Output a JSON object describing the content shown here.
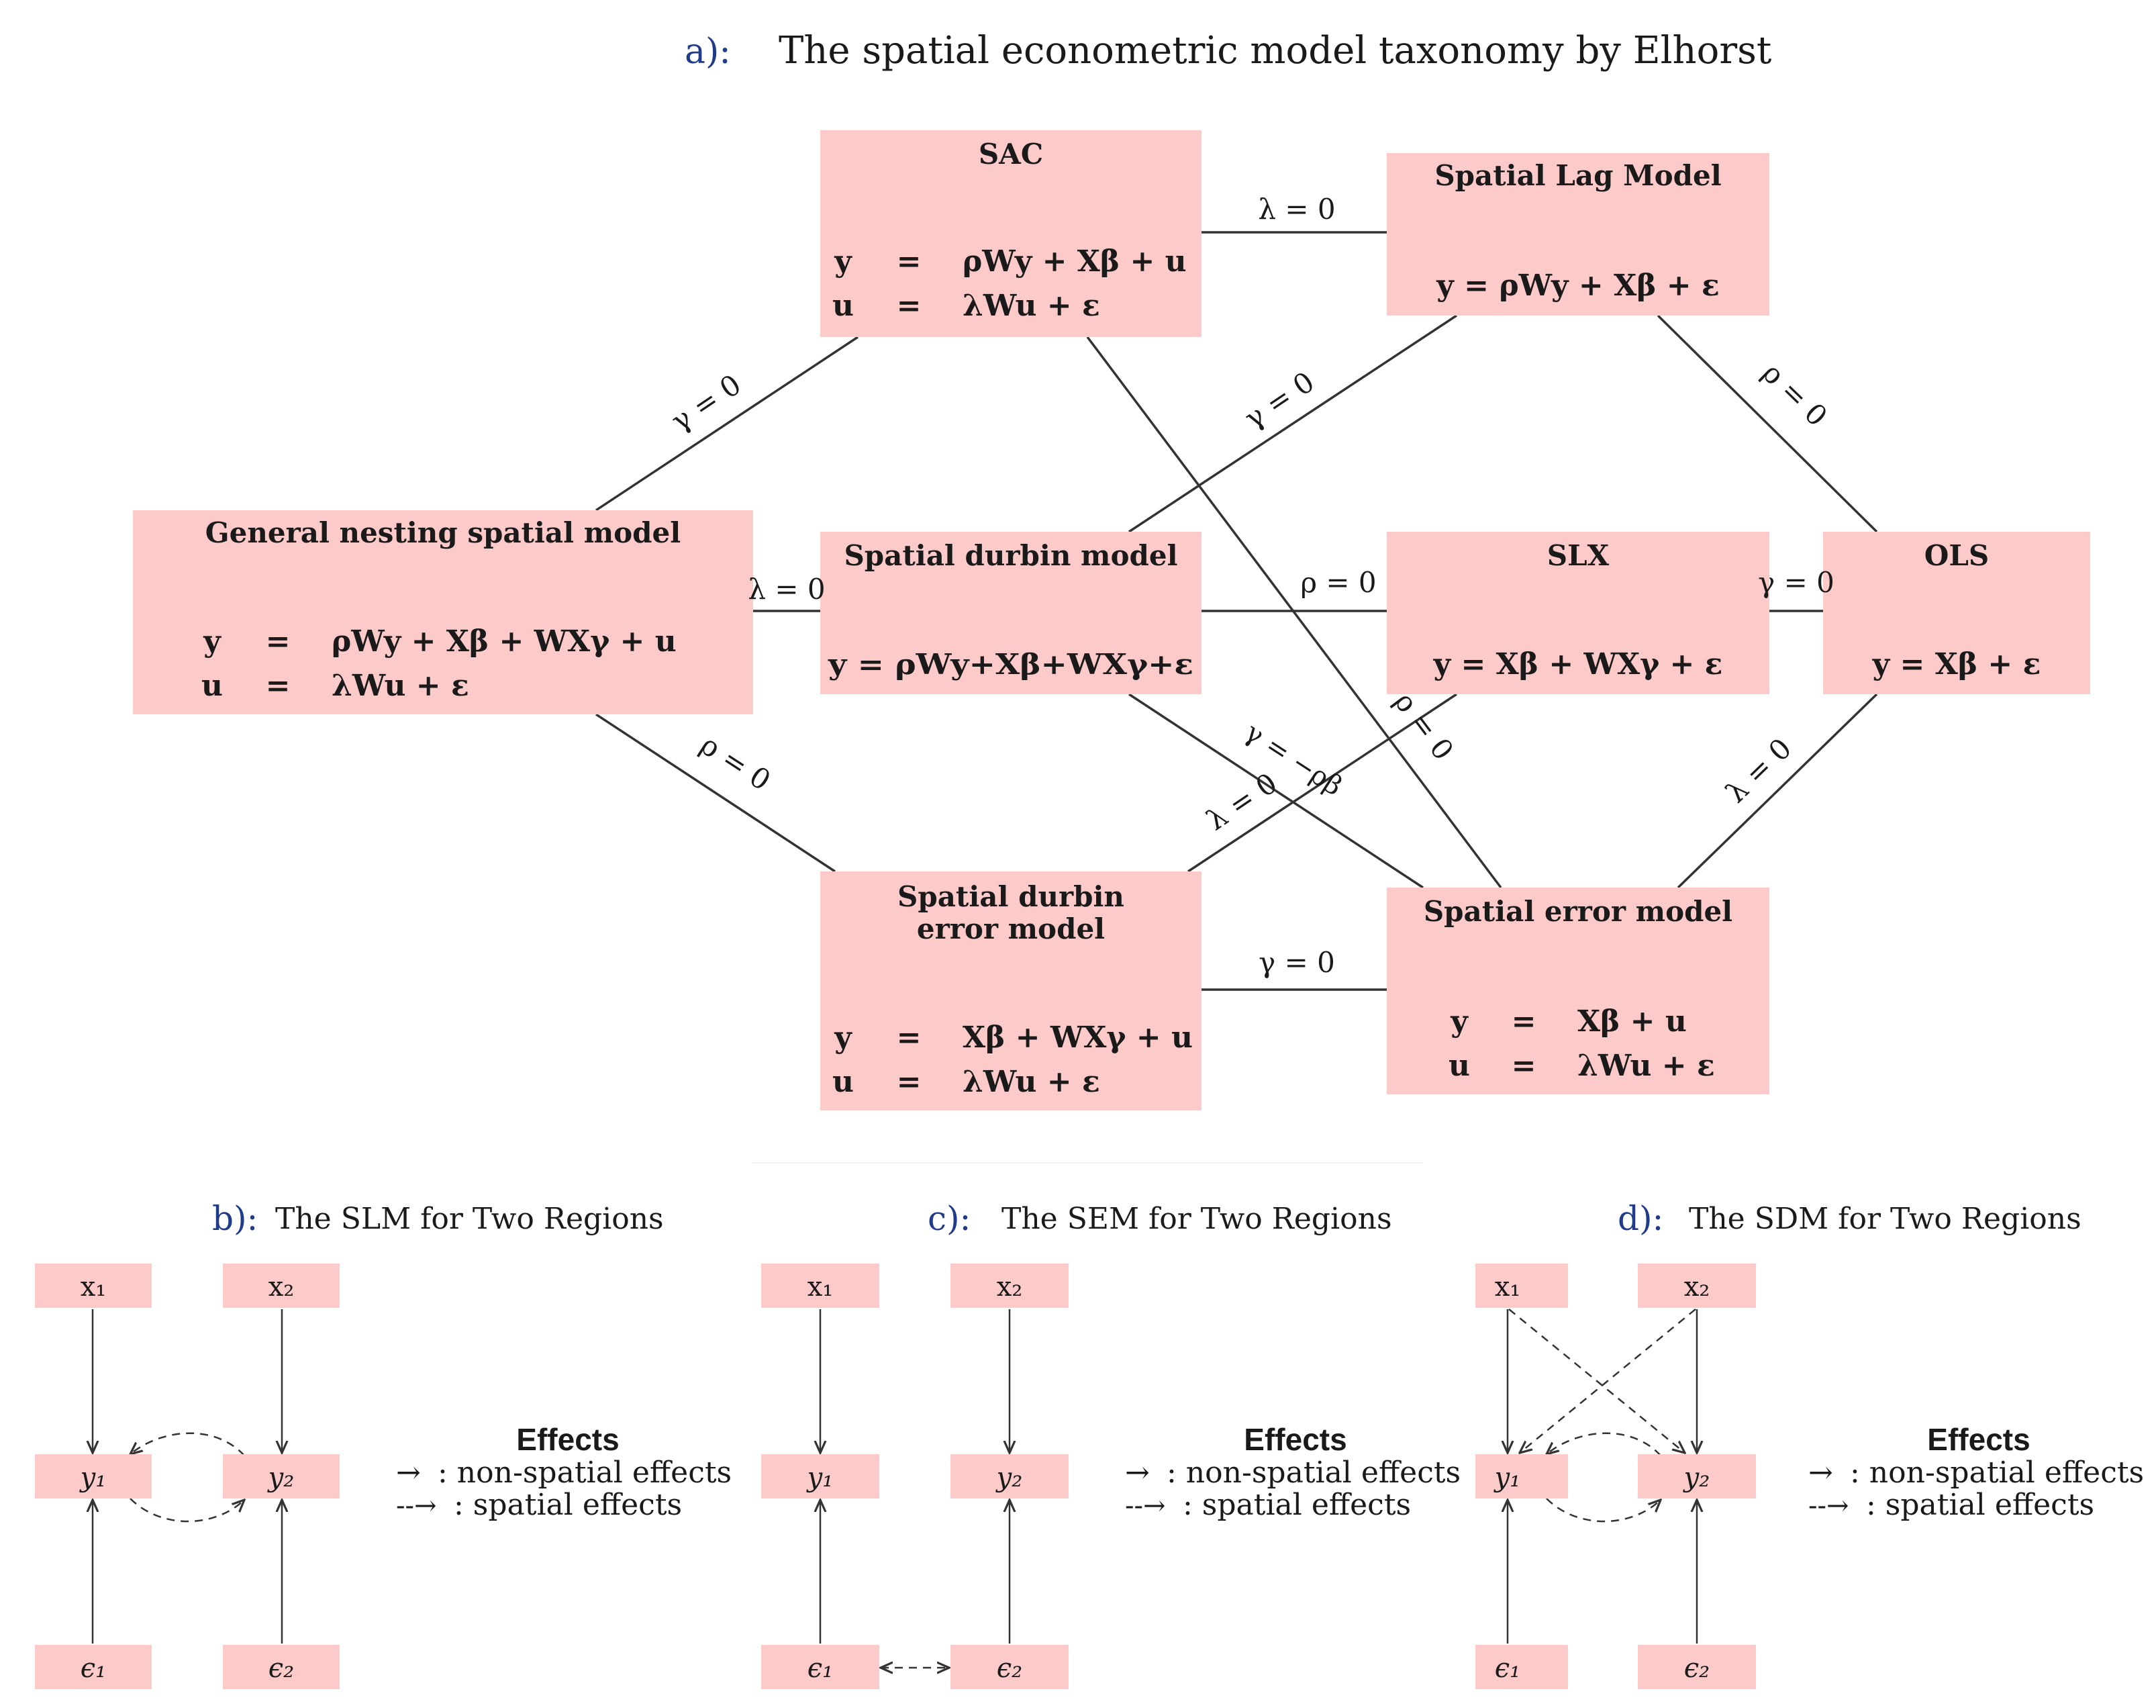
{
  "colors": {
    "box_fill": "#fdcaca",
    "line": "#333333",
    "panel_label": "#1f3b8a"
  },
  "panel_a": {
    "label": "a):",
    "title": "The spatial econometric model taxonomy by Elhorst",
    "boxes": {
      "sac": {
        "title": "SAC",
        "eq1_lhs": "y",
        "eq1_rhs": "ρWy + Xβ + u",
        "eq2_lhs": "u",
        "eq2_rhs": "λWu + ε"
      },
      "slm": {
        "title": "Spatial Lag Model",
        "eq": "y = ρWy + Xβ + ε"
      },
      "gns": {
        "title": "General nesting spatial model",
        "eq1_lhs": "y",
        "eq1_rhs": "ρWy + Xβ + WXγ + u",
        "eq2_lhs": "u",
        "eq2_rhs": "λWu + ε"
      },
      "sdm": {
        "title": "Spatial durbin model",
        "eq": "y = ρWy+Xβ+WXγ+ε"
      },
      "slx": {
        "title": "SLX",
        "eq": "y = Xβ + WXγ + ε"
      },
      "ols": {
        "title": "OLS",
        "eq": "y = Xβ + ε"
      },
      "sdem": {
        "title_line1": "Spatial durbin",
        "title_line2": "error model",
        "eq1_lhs": "y",
        "eq1_rhs": "Xβ + WXγ + u",
        "eq2_lhs": "u",
        "eq2_rhs": "λWu + ε"
      },
      "sem": {
        "title": "Spatial error model",
        "eq1_lhs": "y",
        "eq1_rhs": "Xβ + u",
        "eq2_lhs": "u",
        "eq2_rhs": "λWu + ε"
      },
      "eq_sign": "="
    },
    "edge_labels": {
      "sac_slm": "λ = 0",
      "gns_sac": "γ = 0",
      "gns_sdm": "λ = 0",
      "sdm_slm": "γ = 0",
      "slm_ols": "ρ = 0",
      "sdm_slx": "ρ = 0",
      "slx_ols": "γ = 0",
      "gns_sdem": "ρ = 0",
      "sdm_sem": "γ = −ρβ",
      "sac_sem": "ρ = 0",
      "slx_sdem": "λ = 0",
      "ols_sem": "λ = 0",
      "sdem_sem": "γ = 0"
    }
  },
  "nodes": {
    "x1": "x₁",
    "x2": "x₂",
    "y1": "y₁",
    "y2": "y₂",
    "e1": "ϵ₁",
    "e2": "ϵ₂"
  },
  "effects_legend": {
    "title": "Effects",
    "solid_arrow": "→",
    "solid_text": ": non-spatial effects",
    "dashed_arrow": "--→",
    "dashed_text": ": spatial effects"
  },
  "panel_b": {
    "label": "b):",
    "title": "The SLM for Two Regions"
  },
  "panel_c": {
    "label": "c):",
    "title": "The SEM for Two Regions"
  },
  "panel_d": {
    "label": "d):",
    "title": "The SDM for Two Regions"
  }
}
